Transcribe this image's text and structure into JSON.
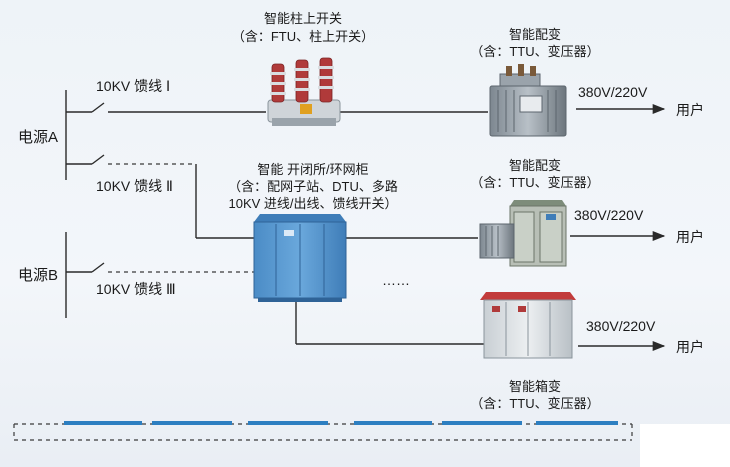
{
  "source_a": "电源A",
  "source_b": "电源B",
  "feeder_1": "10KV 馈线 Ⅰ",
  "feeder_2": "10KV 馈线 Ⅱ",
  "feeder_3": "10KV 馈线 Ⅲ",
  "pole_switch": {
    "title": "智能柱上开关",
    "sub": "（含：FTU、柱上开关）"
  },
  "transformer_1": {
    "title": "智能配变",
    "sub": "（含：TTU、变压器）",
    "voltage": "380V/220V",
    "user": "用户"
  },
  "transformer_2": {
    "title": "智能配变",
    "sub": "（含：TTU、变压器）",
    "voltage": "380V/220V",
    "user": "用户"
  },
  "ring_main": {
    "title": "智能 开闭所/环网柜",
    "line1": "（含：配网子站、DTU、多路",
    "line2": "10KV 进线/出线、馈线开关）"
  },
  "box_transformer": {
    "title": "智能箱变",
    "sub": "（含：TTU、变压器）",
    "voltage": "380V/220V",
    "user": "用户"
  },
  "ellipsis": "……",
  "colors": {
    "line": "#2a2a2a",
    "accent_blue": "#2d7fc1",
    "cabinet_blue": "#5b9bd0",
    "insulator_red": "#b03a3a"
  }
}
